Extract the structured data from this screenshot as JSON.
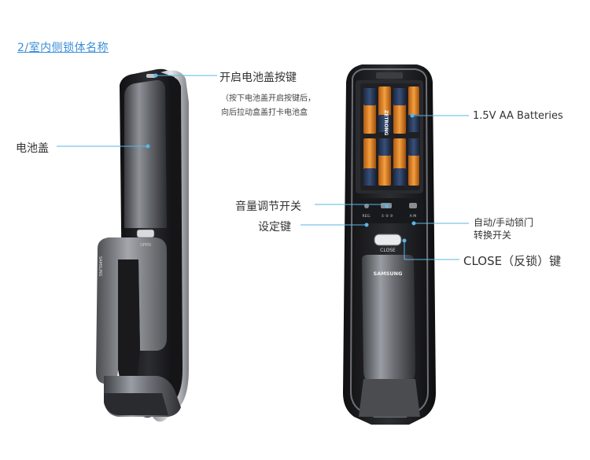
{
  "page": {
    "title": "2/室内侧锁体名称"
  },
  "labels": {
    "battery_cover_button": "开启电池盖按键",
    "battery_cover_note_1": "（按下电池盖开启按键后，",
    "battery_cover_note_2": "向后拉动盒盖打卡电池盒",
    "battery_cover": "电池盖",
    "batteries": "1.5V AA Batteries",
    "volume_switch": "音量调节开关",
    "setting_key": "设定键",
    "auto_manual_1": "自动/手动锁门",
    "auto_manual_2": "转换开关",
    "close_key": "CLOSE（反锁）键"
  },
  "device_text": {
    "brand_left": "SAMSUNG",
    "brand_right": "SAMSUNG",
    "close_plate": "CLOSE",
    "battery_brand": "ZETRONG",
    "switch_reg": "REG.",
    "switch_vol": "① ② ③",
    "switch_am": "A  M",
    "handle_btn": "OPEN"
  },
  "colors": {
    "accent": "#3a8fd8",
    "leader": "#5bb6e6",
    "body_dark": "#1c1c1e",
    "metal": "#8a8d92"
  }
}
